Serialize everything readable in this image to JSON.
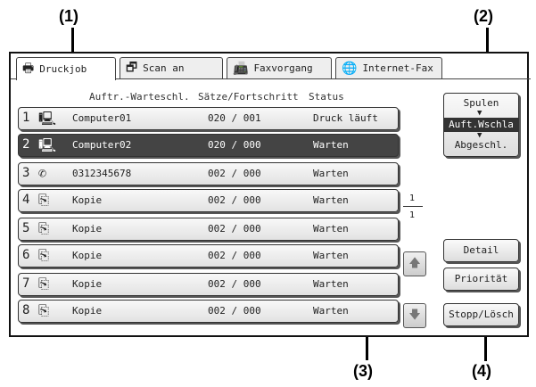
{
  "callouts": [
    "(1)",
    "(2)",
    "(3)",
    "(4)"
  ],
  "tabs": [
    {
      "label": "Druckjob",
      "icon": "printer-icon",
      "glyph": "🖶"
    },
    {
      "label": "Scan an",
      "icon": "scanner-icon",
      "glyph": "🗗"
    },
    {
      "label": "Faxvorgang",
      "icon": "fax-icon",
      "glyph": "📠"
    },
    {
      "label": "Internet-Fax",
      "icon": "globe-icon",
      "glyph": "🌐"
    }
  ],
  "headers": {
    "queue": "Auftr.-Warteschl.",
    "progress": "Sätze/Fortschritt",
    "status": "Status"
  },
  "jobs": [
    {
      "num": "1",
      "glyph": "🖳",
      "icon": "computer-icon",
      "name": "Computer01",
      "progress": "020 / 001",
      "status": "Druck läuft"
    },
    {
      "num": "2",
      "glyph": "🖳",
      "icon": "computer-icon",
      "name": "Computer02",
      "progress": "020 / 000",
      "status": "Warten"
    },
    {
      "num": "3",
      "glyph": "✆",
      "icon": "phone-icon",
      "name": "0312345678",
      "progress": "002 / 000",
      "status": "Warten"
    },
    {
      "num": "4",
      "glyph": "⎘",
      "icon": "copy-icon",
      "name": "Kopie",
      "progress": "002 / 000",
      "status": "Warten"
    },
    {
      "num": "5",
      "glyph": "⎘",
      "icon": "copy-icon",
      "name": "Kopie",
      "progress": "002 / 000",
      "status": "Warten"
    },
    {
      "num": "6",
      "glyph": "⎘",
      "icon": "copy-icon",
      "name": "Kopie",
      "progress": "002 / 000",
      "status": "Warten"
    },
    {
      "num": "7",
      "glyph": "⎘",
      "icon": "copy-icon",
      "name": "Kopie",
      "progress": "002 / 000",
      "status": "Warten"
    },
    {
      "num": "8",
      "glyph": "⎘",
      "icon": "copy-icon",
      "name": "Kopie",
      "progress": "002 / 000",
      "status": "Warten"
    }
  ],
  "page": {
    "current": "1",
    "total": "1"
  },
  "scroll": {
    "up": "🡅",
    "down": "🡇"
  },
  "filter": {
    "spool": "Spulen",
    "queue": "Auft.Wschla",
    "done": "Abgeschl.",
    "arrow": "▼"
  },
  "buttons": {
    "detail": "Detail",
    "priority": "Priorität",
    "stop": "Stopp/Lösch"
  }
}
